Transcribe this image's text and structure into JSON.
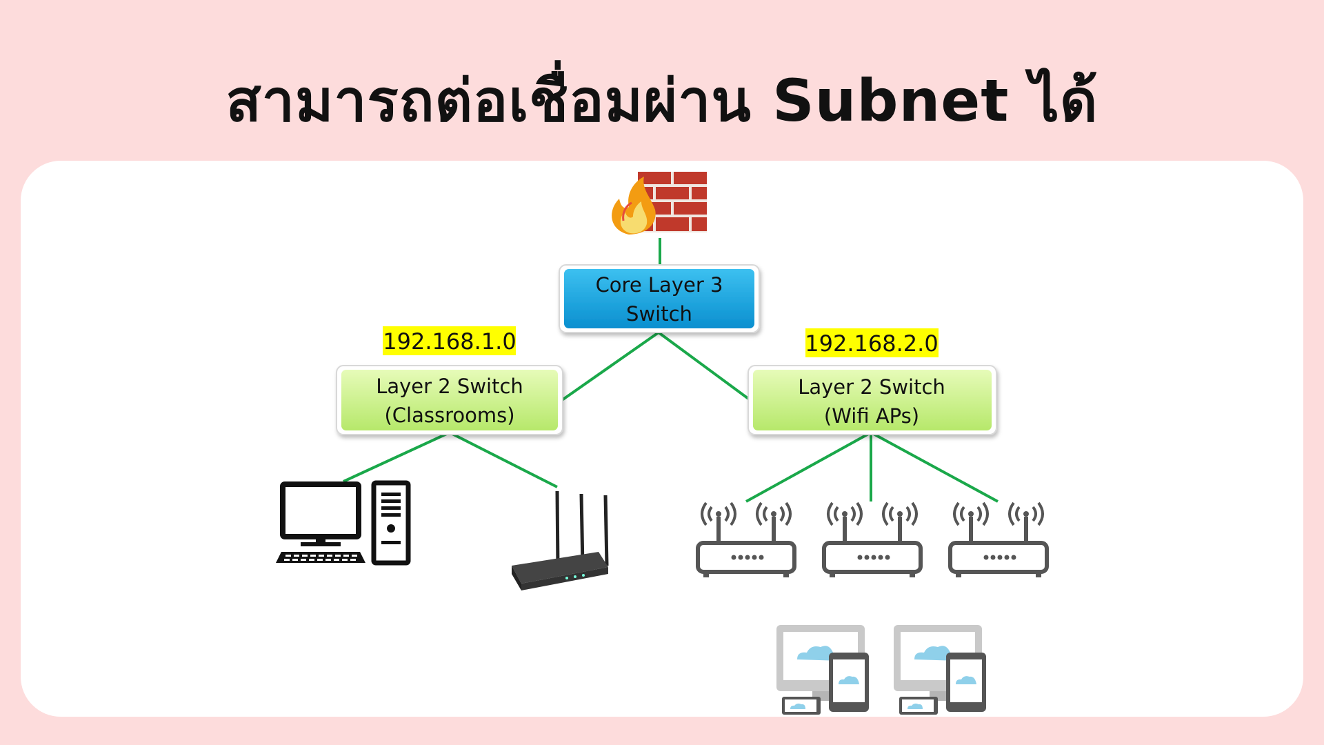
{
  "slide": {
    "title": "สามารถต่อเชื่อมผ่าน Subnet ได้"
  },
  "diagram": {
    "core_switch": {
      "line1": "Core Layer 3",
      "line2": "Switch",
      "color": "#1aa3de"
    },
    "switch_left": {
      "line1": "Layer 2 Switch",
      "line2": "(Classrooms)",
      "subnet": "192.168.1.0",
      "color": "#c8f08a"
    },
    "switch_right": {
      "line1": "Layer 2 Switch",
      "line2": "(Wifi APs)",
      "subnet": "192.168.2.0",
      "color": "#c8f08a"
    },
    "subnet_highlight": "#ffff00",
    "link_color": "#1aa84a",
    "icons": [
      "firewall-icon",
      "desktop-computer-icon",
      "router-icon",
      "wifi-access-point-icon",
      "wifi-access-point-icon",
      "wifi-access-point-icon",
      "devices-icon",
      "devices-icon"
    ]
  }
}
